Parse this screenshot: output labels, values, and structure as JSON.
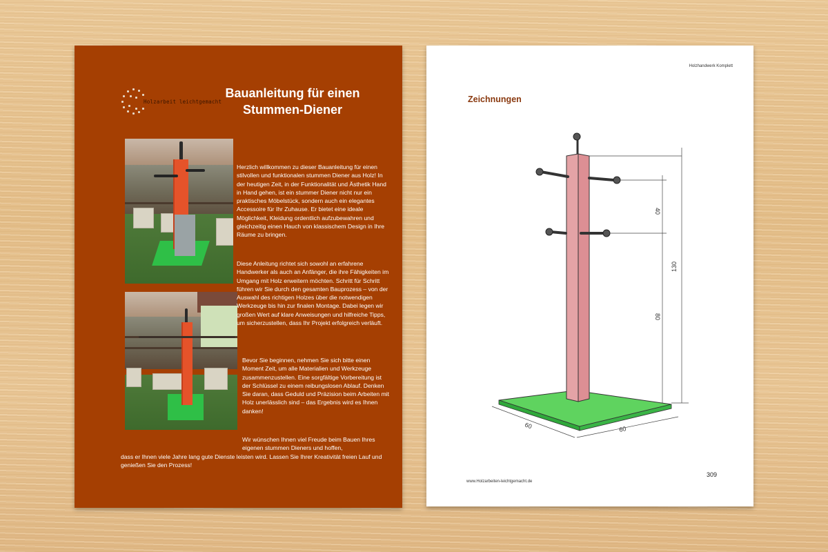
{
  "left_page": {
    "logo_text": "Holzarbeit leichtgemacht",
    "title_line1": "Bauanleitung für einen",
    "title_line2": "Stummen-Diener",
    "paragraphs": [
      "Herzlich willkommen zu dieser Bauanleitung für einen stilvollen und funktionalen stummen Diener aus Holz! In der heutigen Zeit, in der Funktionalität und Ästhetik Hand in Hand gehen, ist ein stummer Diener nicht nur ein praktisches Möbelstück, sondern auch ein elegantes Accessoire für Ihr Zuhause. Er bietet eine ideale Möglichkeit, Kleidung ordentlich aufzubewahren und gleichzeitig einen Hauch von klassischem Design in Ihre Räume zu bringen.",
      "Diese Anleitung richtet sich sowohl an erfahrene Handwerker als auch an Anfänger, die ihre Fähigkeiten im Umgang mit Holz erweitern möchten. Schritt für Schritt führen wir Sie durch den gesamten Bauprozess – von der Auswahl des richtigen Holzes über die notwendigen Werkzeuge bis hin zur finalen Montage. Dabei legen wir großen Wert auf klare Anweisungen und hilfreiche Tipps, um sicherzustellen, dass Ihr Projekt erfolgreich verläuft.",
      "Bevor Sie beginnen, nehmen Sie sich bitte einen Moment Zeit, um alle Materialien und Werkzeuge zusammenzustellen. Eine sorgfältige Vorbereitung ist der Schlüssel zu einem reibungslosen Ablauf. Denken Sie daran, dass Geduld und Präzision beim Arbeiten mit Holz unerlässlich sind – das Ergebnis wird es Ihnen danken!"
    ],
    "closing_line1": "Wir wünschen Ihnen viel Freude beim Bauen Ihres eigenen stummen Dieners und hoffen,",
    "closing_line2": "dass er Ihnen viele Jahre lang gute Dienste leisten wird. Lassen Sie Ihrer Kreativität freien Lauf und genießen Sie den Prozess!",
    "photos": [
      {
        "name": "photo-stummer-diener-with-hangers"
      },
      {
        "name": "photo-stummer-diener-garden"
      }
    ],
    "colors": {
      "background": "#a53f02",
      "text": "#ffffff"
    }
  },
  "right_page": {
    "running_head": "Holzhandwerk Komplett",
    "section_title": "Zeichnungen",
    "drawing": {
      "dimensions": {
        "arm_spacing": "40",
        "lower_arm_height": "80",
        "total_height": "130",
        "base_depth": "60",
        "base_width": "60"
      },
      "colors": {
        "post": "#d98a8e",
        "base": "#4cc24c"
      }
    },
    "footer_url": "www.Holzarbeiten-leichtgemacht.de",
    "page_number": "309",
    "colors": {
      "section_title": "#8a3a10"
    }
  }
}
